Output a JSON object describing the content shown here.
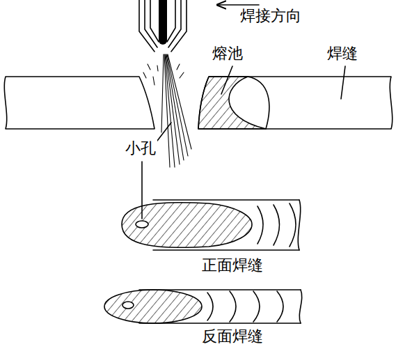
{
  "diagram": {
    "labels": [
      "焊接方向",
      "熔池",
      "焊缝",
      "小孔",
      "正面焊缝",
      "反面焊缝"
    ]
  }
}
